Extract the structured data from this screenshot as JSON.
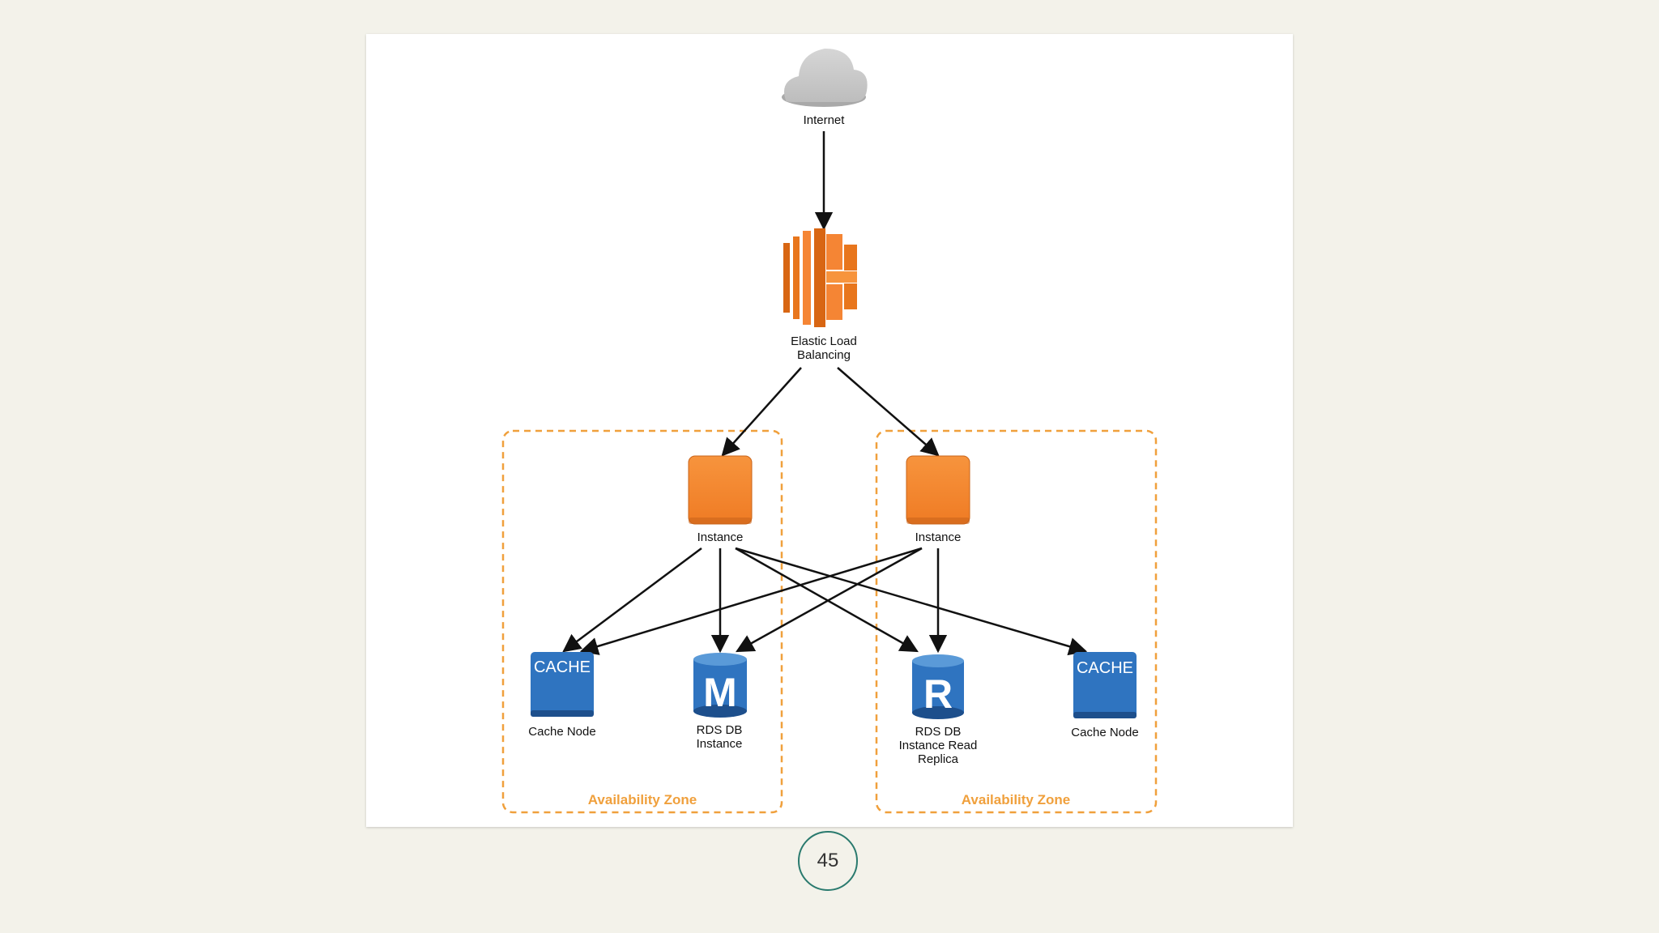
{
  "diagram": {
    "internet_label": "Internet",
    "elb_label_line1": "Elastic Load",
    "elb_label_line2": "Balancing",
    "instance_left_label": "Instance",
    "instance_right_label": "Instance",
    "cache_icon_text_left": "CACHE",
    "cache_icon_text_right": "CACHE",
    "cache_node_left_label": "Cache Node",
    "cache_node_right_label": "Cache Node",
    "rds_master_letter": "M",
    "rds_master_line1": "RDS DB",
    "rds_master_line2": "Instance",
    "rds_replica_letter": "R",
    "rds_replica_line1": "RDS DB",
    "rds_replica_line2": "Instance Read",
    "rds_replica_line3": "Replica",
    "az_left_label": "Availability Zone",
    "az_right_label": "Availability Zone"
  },
  "colors": {
    "aws_orange": "#f58534",
    "aws_blue": "#2f74c0",
    "zone_border": "#f0a03c",
    "cloud_gray": "#c9c9c9"
  },
  "slide": {
    "page_number": "45"
  }
}
